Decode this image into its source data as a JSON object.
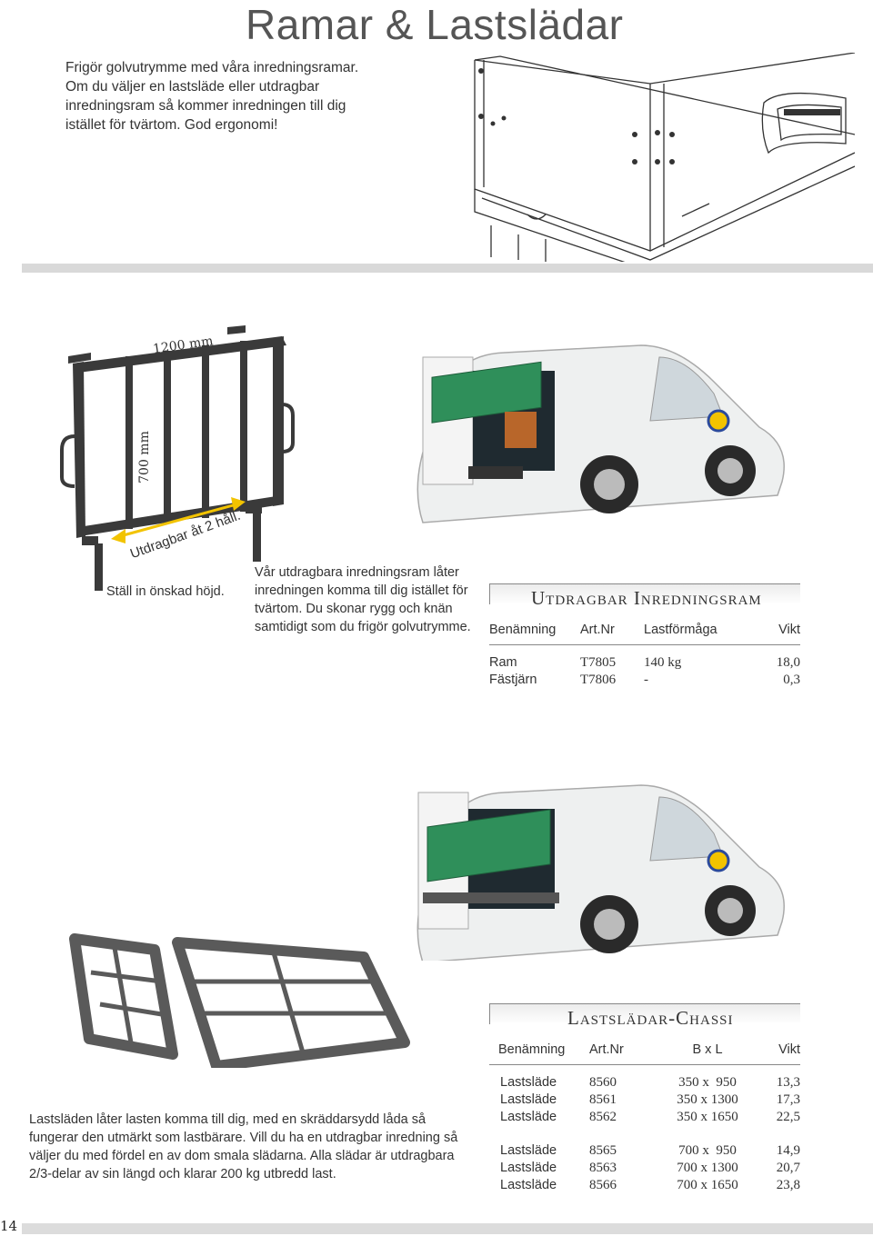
{
  "page": {
    "title": "Ramar & Lastslädar",
    "intro": [
      "Frigör golvutrymme med våra inredningsramar.",
      "Om du väljer en lastsläde eller utdragbar",
      "inredningsram så kommer inredningen till dig",
      "istället för tvärtom. God ergonomi!"
    ],
    "page_number": "14"
  },
  "frame": {
    "width_label": "1200 mm",
    "height_label": "700 mm",
    "pull_label": "Utdragbar åt 2 håll.",
    "height_caption": "Ställ in önskad höjd.",
    "description": "Vår utdragbara inredningsram låter inredningen komma till dig istället för tvärtom. Du skonar rygg och knän samtidigt som du frigör golvutrymme."
  },
  "inredningsram_table": {
    "heading": "Utdragbar Inredningsram",
    "headers": [
      "Benämning",
      "Art.Nr",
      "Lastförmåga",
      "Vikt"
    ],
    "rows": [
      [
        "Ram",
        "T7805",
        "140 kg",
        "18,0"
      ],
      [
        "Fästjärn",
        "T7806",
        "-",
        "0,3"
      ]
    ]
  },
  "chassi": {
    "description": "Lastsläden låter lasten komma till dig, med en skräddarsydd låda så fungerar den utmärkt som lastbärare. Vill du ha en utdragbar inredning så väljer du med fördel en av dom smala slädarna. Alla slädar är utdragbara 2/3-delar av sin längd och klarar 200 kg utbredd last.",
    "heading": "Lastslädar-Chassi",
    "headers": [
      "Benämning",
      "Art.Nr",
      "B x L",
      "Vikt"
    ],
    "rows_group1": [
      [
        "Lastsläde",
        "8560",
        "350 x  950",
        "13,3"
      ],
      [
        "Lastsläde",
        "8561",
        "350 x 1300",
        "17,3"
      ],
      [
        "Lastsläde",
        "8562",
        "350 x 1650",
        "22,5"
      ]
    ],
    "rows_group2": [
      [
        "Lastsläde",
        "8565",
        "700 x  950",
        "14,9"
      ],
      [
        "Lastsläde",
        "8563",
        "700 x 1300",
        "20,7"
      ],
      [
        "Lastsläde",
        "8566",
        "700 x 1650",
        "23,8"
      ]
    ]
  },
  "colors": {
    "band": "#d9d9d9",
    "frame": "#3a3a3a",
    "shelf_green": "#2f8f5a",
    "van_body": "#eef0f0",
    "arrow_yellow": "#f2c300"
  }
}
